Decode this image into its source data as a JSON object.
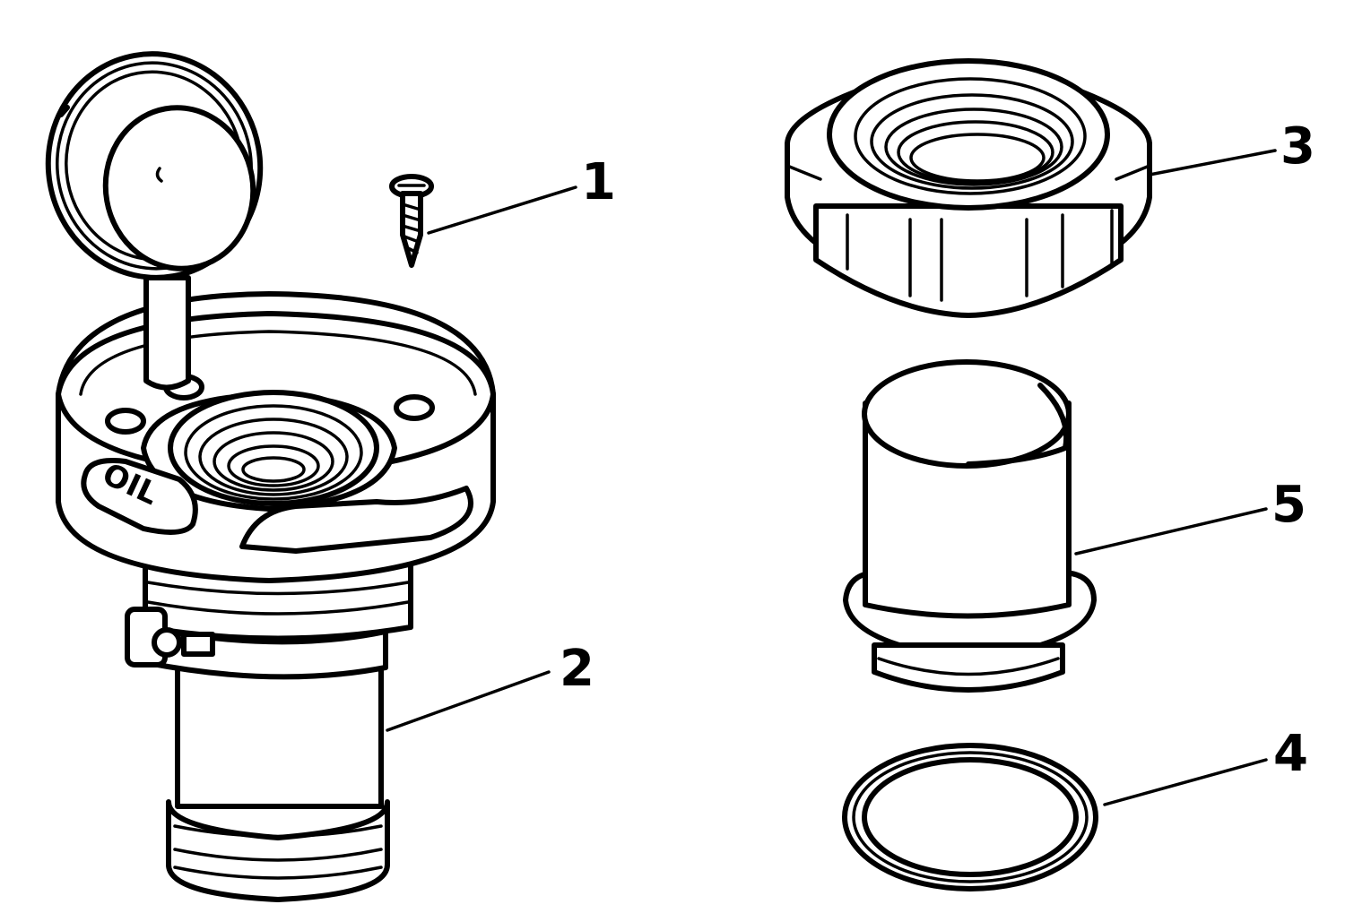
{
  "callouts": [
    {
      "id": "1",
      "label": "1"
    },
    {
      "id": "2",
      "label": "2"
    },
    {
      "id": "3",
      "label": "3"
    },
    {
      "id": "4",
      "label": "4"
    },
    {
      "id": "5",
      "label": "5"
    }
  ],
  "fitting_engraving": "OIL"
}
